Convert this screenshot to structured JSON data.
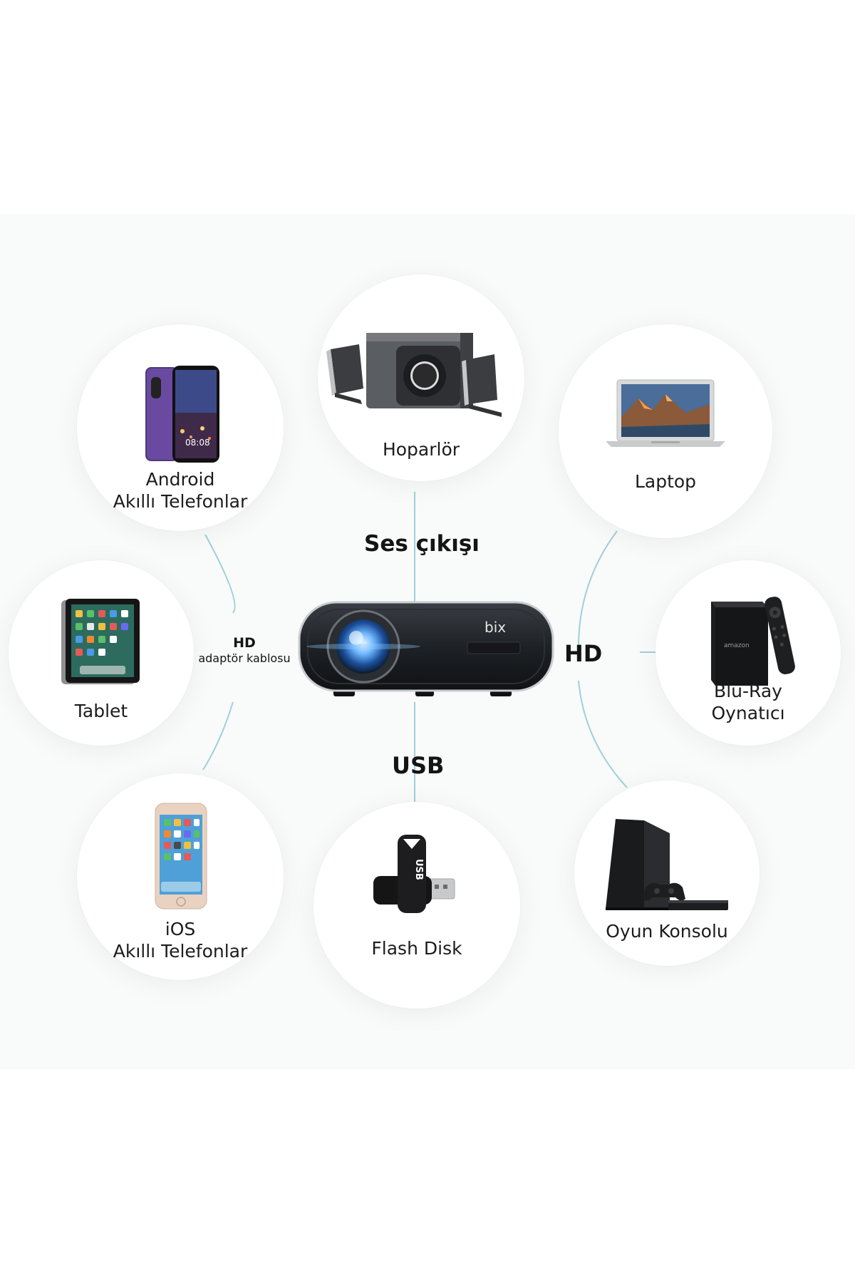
{
  "center": {
    "device": "projector",
    "brand": "bix",
    "icon": "projector-icon"
  },
  "connections": {
    "top": "Ses çıkışı",
    "right": "HD",
    "bottom": "USB",
    "left": {
      "line1": "HD",
      "line2": "adaptör kablosu"
    }
  },
  "devices": {
    "android": {
      "icon": "android-phone-icon",
      "line1": "Android",
      "line2": "Akıllı Telefonlar",
      "screen_time": "08:08"
    },
    "speaker": {
      "icon": "speaker-icon",
      "line1": "Hoparlör"
    },
    "laptop": {
      "icon": "laptop-icon",
      "line1": "Laptop"
    },
    "tablet": {
      "icon": "tablet-icon",
      "line1": "Tablet"
    },
    "bluray": {
      "icon": "tv-box-icon",
      "line1": "Blu-Ray",
      "line2": "Oynatıcı",
      "box_brand": "amazon"
    },
    "ios": {
      "icon": "iphone-icon",
      "line1": "iOS",
      "line2": "Akıllı Telefonlar"
    },
    "flash": {
      "icon": "flash-disk-icon",
      "line1": "Flash Disk",
      "stick_text": "USB"
    },
    "console": {
      "icon": "game-console-icon",
      "line1": "Oyun Konsolu"
    }
  },
  "colors": {
    "connector": "#9fd0da",
    "projector_body": "#1f2226",
    "lens_glow": "#5aa8ff"
  }
}
